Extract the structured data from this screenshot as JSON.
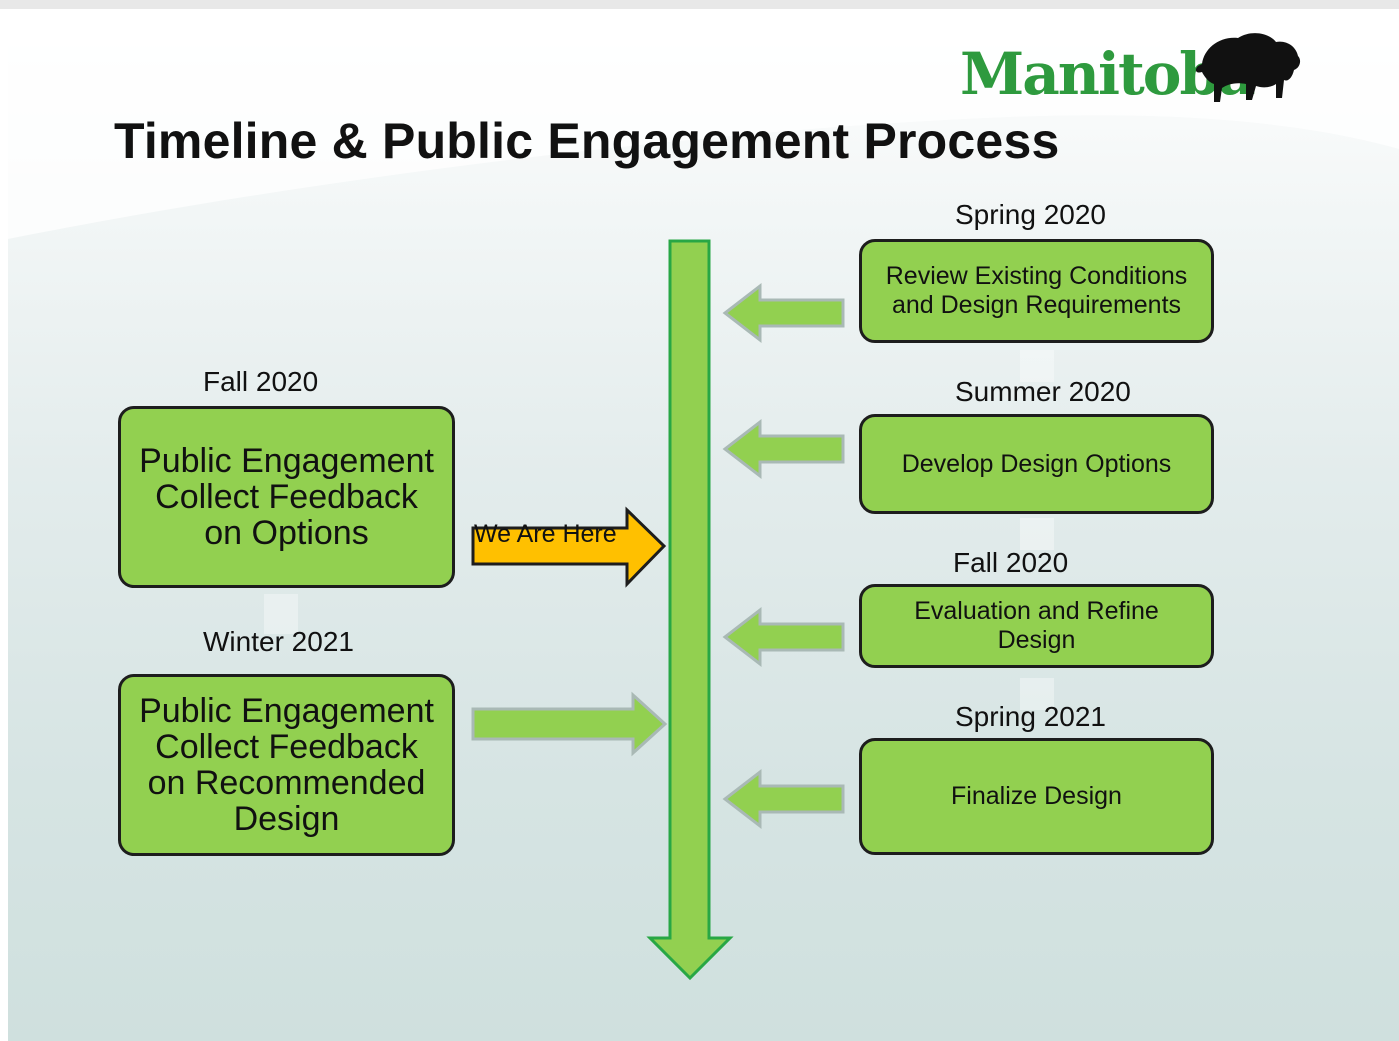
{
  "slide": {
    "title": "Timeline & Public Engagement Process",
    "logo": {
      "text": "Manitoba",
      "icon": "bison-icon",
      "color": "#2e9a3e"
    }
  },
  "colors": {
    "box_fill": "#92d050",
    "arrow_fill": "#92d050",
    "highlight_arrow": "#ffc000"
  },
  "right_steps": [
    {
      "period": "Spring 2020",
      "label": "Review Existing Conditions\nand Design Requirements"
    },
    {
      "period": "Summer 2020",
      "label": "Develop Design Options"
    },
    {
      "period": "Fall 2020",
      "label": "Evaluation and Refine\nDesign"
    },
    {
      "period": "Spring 2021",
      "label": "Finalize Design"
    }
  ],
  "left_steps": [
    {
      "period": "Fall 2020",
      "label": "Public Engagement\nCollect Feedback\non Options"
    },
    {
      "period": "Winter 2021",
      "label": "Public Engagement\nCollect Feedback\non Recommended\nDesign"
    }
  ],
  "current_marker": {
    "label": "We Are Here"
  }
}
